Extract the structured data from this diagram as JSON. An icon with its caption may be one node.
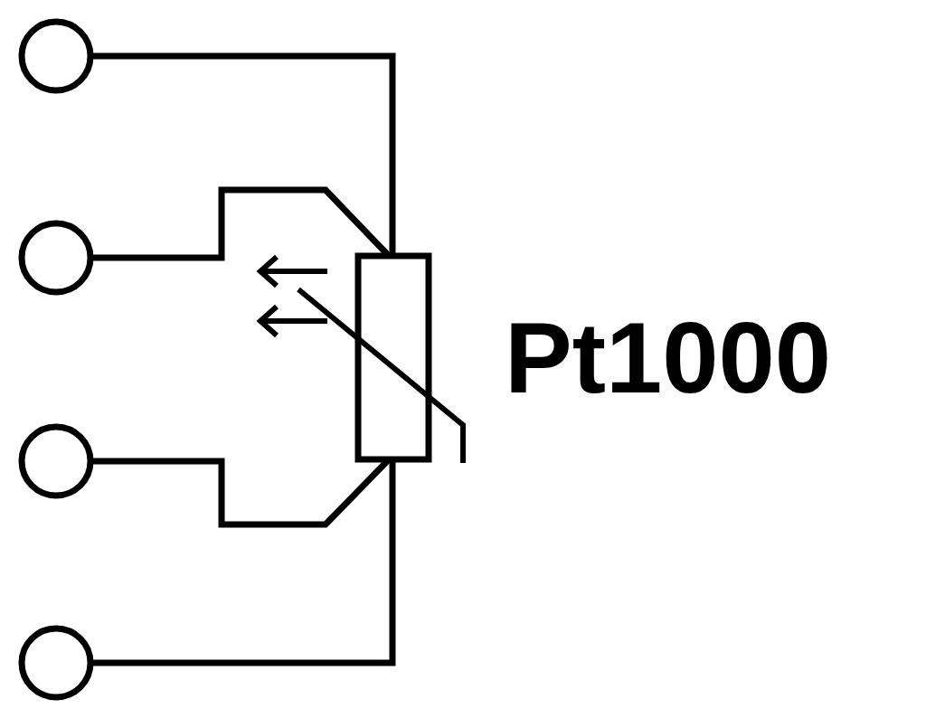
{
  "diagram": {
    "nodes": [
      {
        "text": [],
        "shape": "circle"
      },
      {
        "text": [],
        "shape": "circle"
      },
      {
        "text": [],
        "shape": "circle"
      },
      {
        "text": [],
        "shape": "circle"
      },
      {
        "text": [],
        "shape": "box"
      }
    ],
    "edges": [
      {
        "from": 0,
        "to": 4,
        "arrow": "none"
      },
      {
        "from": 1,
        "to": 4,
        "arrow": "none"
      },
      {
        "from": 2,
        "to": 4,
        "arrow": "none"
      },
      {
        "from": 3,
        "to": 4,
        "arrow": "none"
      }
    ],
    "labels": [
      "Pt1000"
    ]
  }
}
